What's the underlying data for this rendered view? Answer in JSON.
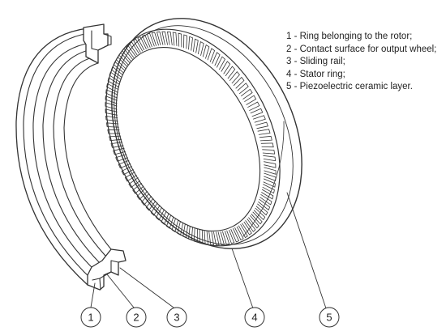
{
  "legend": {
    "items": [
      {
        "number": "1",
        "text": "1 - Ring belonging to the rotor;"
      },
      {
        "number": "2",
        "text": "2 - Contact surface for output wheel;"
      },
      {
        "number": "3",
        "text": "3 - Sliding rail;"
      },
      {
        "number": "4",
        "text": "4 - Stator ring;"
      },
      {
        "number": "5",
        "text": "5 - Piezoelectric ceramic layer."
      }
    ]
  },
  "callouts": [
    "1",
    "2",
    "3",
    "4",
    "5"
  ],
  "colors": {
    "line": "#333333",
    "background": "#ffffff"
  },
  "stator": {
    "tooth_count": 96
  }
}
